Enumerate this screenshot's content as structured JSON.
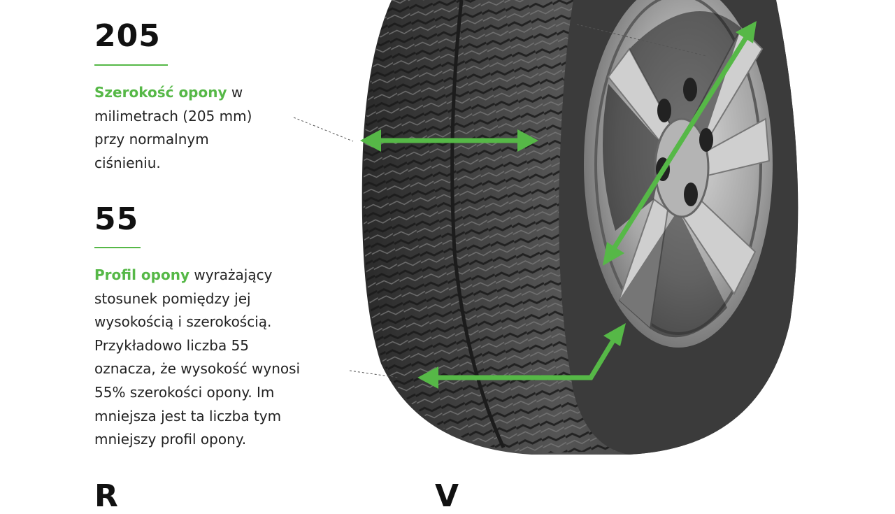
{
  "width_section": {
    "code": "205",
    "highlight": "Szerokość opony",
    "lines": [
      " w",
      "milimetrach (205 mm)",
      "przy normalnym",
      "ciśnieniu."
    ]
  },
  "profile_section": {
    "code": "55",
    "highlight": "Profil opony",
    "lines": [
      " wyrażający",
      "stosunek pomiędzy jej",
      "wysokością i szerokością.",
      "Przykładowo liczba 55",
      "oznacza, że wysokość wynosi",
      "55% szerokości opony. Im",
      "mniejsza jest ta liczba tym",
      "mniejszy profil opony."
    ]
  },
  "bottom_codes": {
    "left": "R",
    "right": "V"
  },
  "colors": {
    "accent": "#56b847",
    "text": "#222222"
  }
}
